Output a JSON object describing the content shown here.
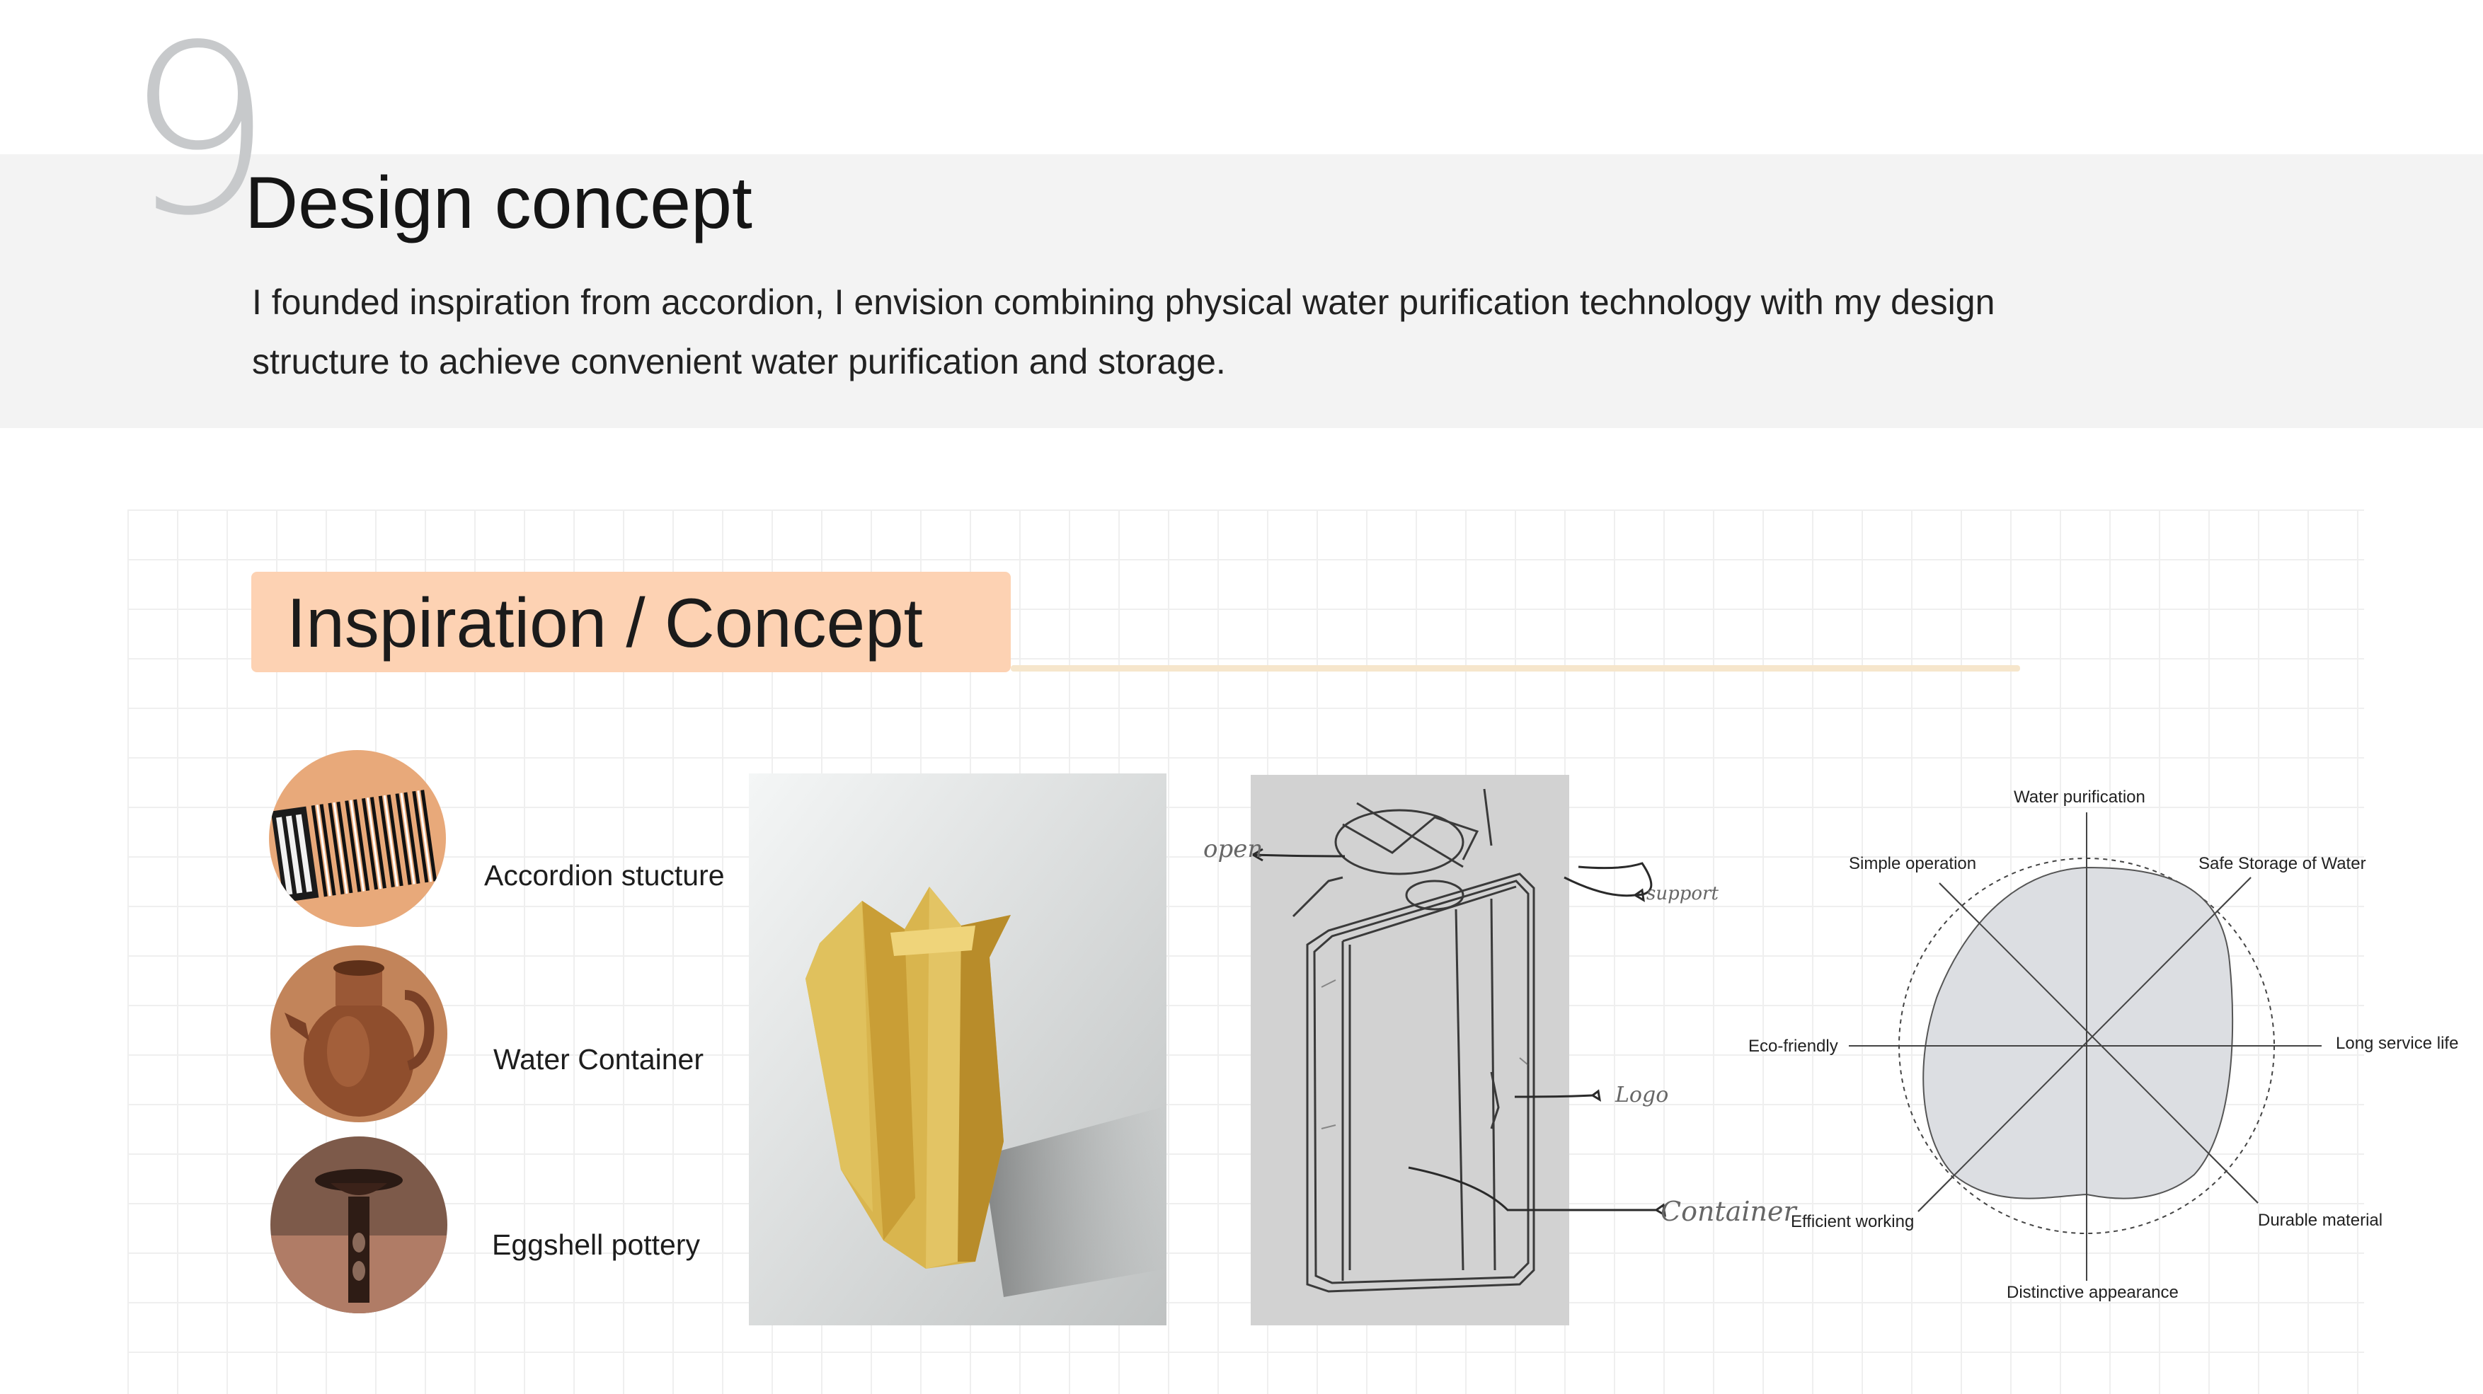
{
  "page": {
    "number": "9",
    "title": "Design concept",
    "description": "I founded inspiration from accordion, I envision combining physical water purification technology with my design structure to achieve convenient water purification and storage."
  },
  "section": {
    "title": "Inspiration / Concept"
  },
  "inspirations": [
    {
      "label": "Accordion stucture",
      "icon": "accordion-photo"
    },
    {
      "label": "Water Container",
      "icon": "clay-jug-photo"
    },
    {
      "label": "Eggshell pottery",
      "icon": "eggshell-pottery-photo"
    }
  ],
  "sketch": {
    "annotations": [
      "open",
      "support",
      "Logo",
      "Container"
    ]
  },
  "radar": {
    "axes": [
      "Water purification",
      "Safe Storage of Water",
      "Long service life",
      "Durable material",
      "Distinctive appearance",
      "Efficient working",
      "Eco-friendly",
      "Simple operation"
    ]
  },
  "colors": {
    "header_band": "#f3f3f3",
    "section_highlight": "#fdd2b3",
    "section_rule": "#f6e6cc",
    "radar_fill": "#dcdee2"
  }
}
